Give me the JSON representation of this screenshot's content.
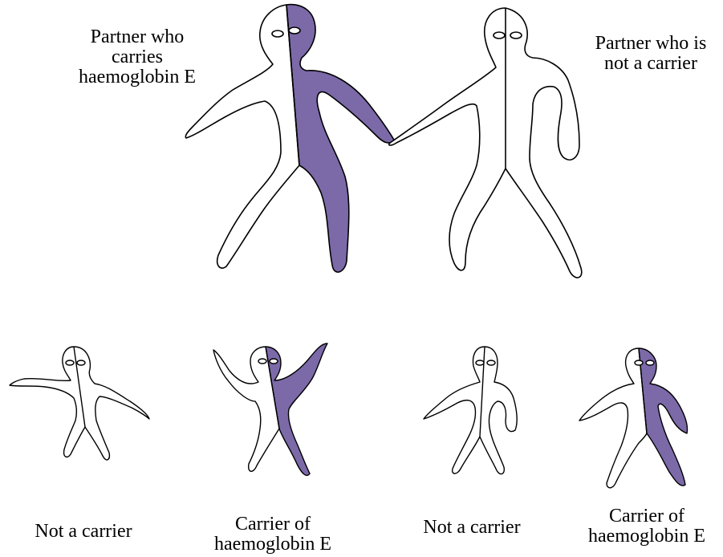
{
  "colors": {
    "carrier_fill": "#7b69a8",
    "outline": "#000000",
    "background": "#ffffff"
  },
  "parents": [
    {
      "label": "Partner who\ncarries\nhaemoglobin E",
      "status": "carrier"
    },
    {
      "label": "Partner who is\nnot a carrier",
      "status": "not-carrier"
    }
  ],
  "children": [
    {
      "label": "Not a carrier",
      "status": "not-carrier"
    },
    {
      "label": "Carrier of\nhaemoglobin E",
      "status": "carrier"
    },
    {
      "label": "Not a carrier",
      "status": "not-carrier"
    },
    {
      "label": "Carrier of\nhaemoglobin E",
      "status": "carrier"
    }
  ]
}
